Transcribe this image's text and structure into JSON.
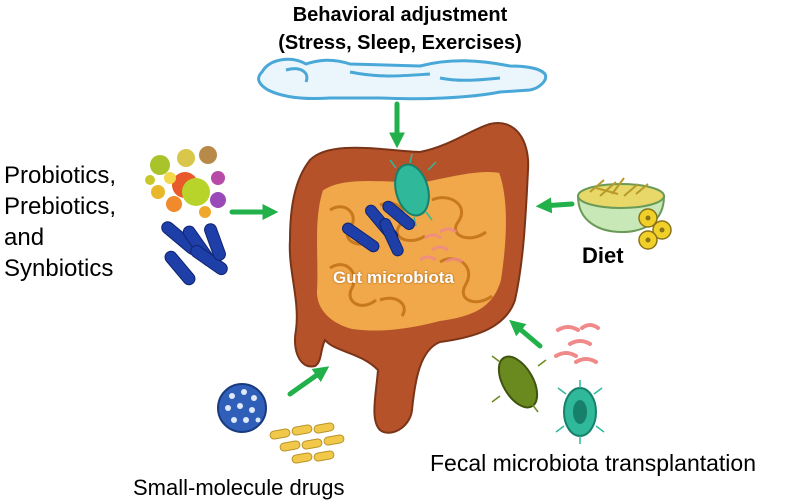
{
  "labels": {
    "behavior_title": "Behavioral adjustment",
    "behavior_sub": "(Stress, Sleep, Exercises)",
    "probiotics_line1": "Probiotics,",
    "probiotics_line2": "Prebiotics,",
    "probiotics_line3": "and",
    "probiotics_line4": "Synbiotics",
    "diet": "Diet",
    "gut": "Gut microbiota",
    "fecal": "Fecal microbiota transplantation",
    "drugs": "Small-molecule drugs"
  },
  "colors": {
    "arrow": "#22b04b",
    "intestine_outer": "#b5522a",
    "intestine_inner": "#f0a84a",
    "sleeper_outline": "#4aa8d8",
    "bacteria_blue": "#1f3fa8",
    "bacteria_green": "#2fb89a",
    "bacteria_olive": "#6a8a20",
    "bacteria_pink": "#f08a8a",
    "pill": "#f2c84a",
    "nanoparticle": "#2f5fb8"
  },
  "icons": [
    "sleeping-person-icon",
    "intestine-icon",
    "prebiotic-dots-icon",
    "probiotic-bacteria-icon",
    "diet-bowl-icon",
    "fecal-bacteria-icon",
    "nanoparticle-icon",
    "drug-pills-icon"
  ]
}
